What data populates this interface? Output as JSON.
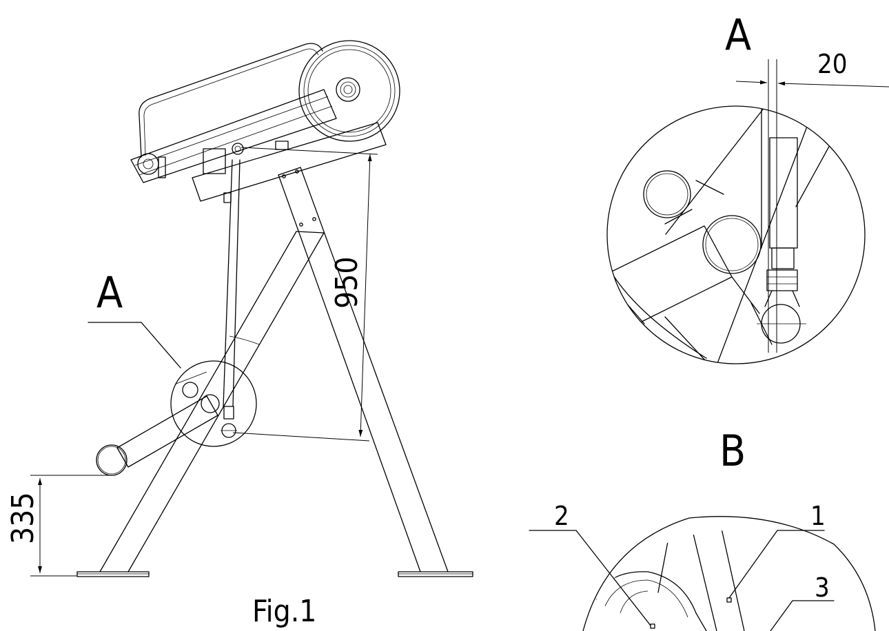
{
  "figure": {
    "caption": "Fig.1",
    "main_view_label": "A",
    "dimensions": {
      "height_main": "950",
      "height_handle": "335",
      "offset_detail": "20"
    },
    "detail_a": {
      "title": "A"
    },
    "detail_b": {
      "title": "B",
      "callouts": [
        "1",
        "2",
        "3"
      ]
    }
  }
}
